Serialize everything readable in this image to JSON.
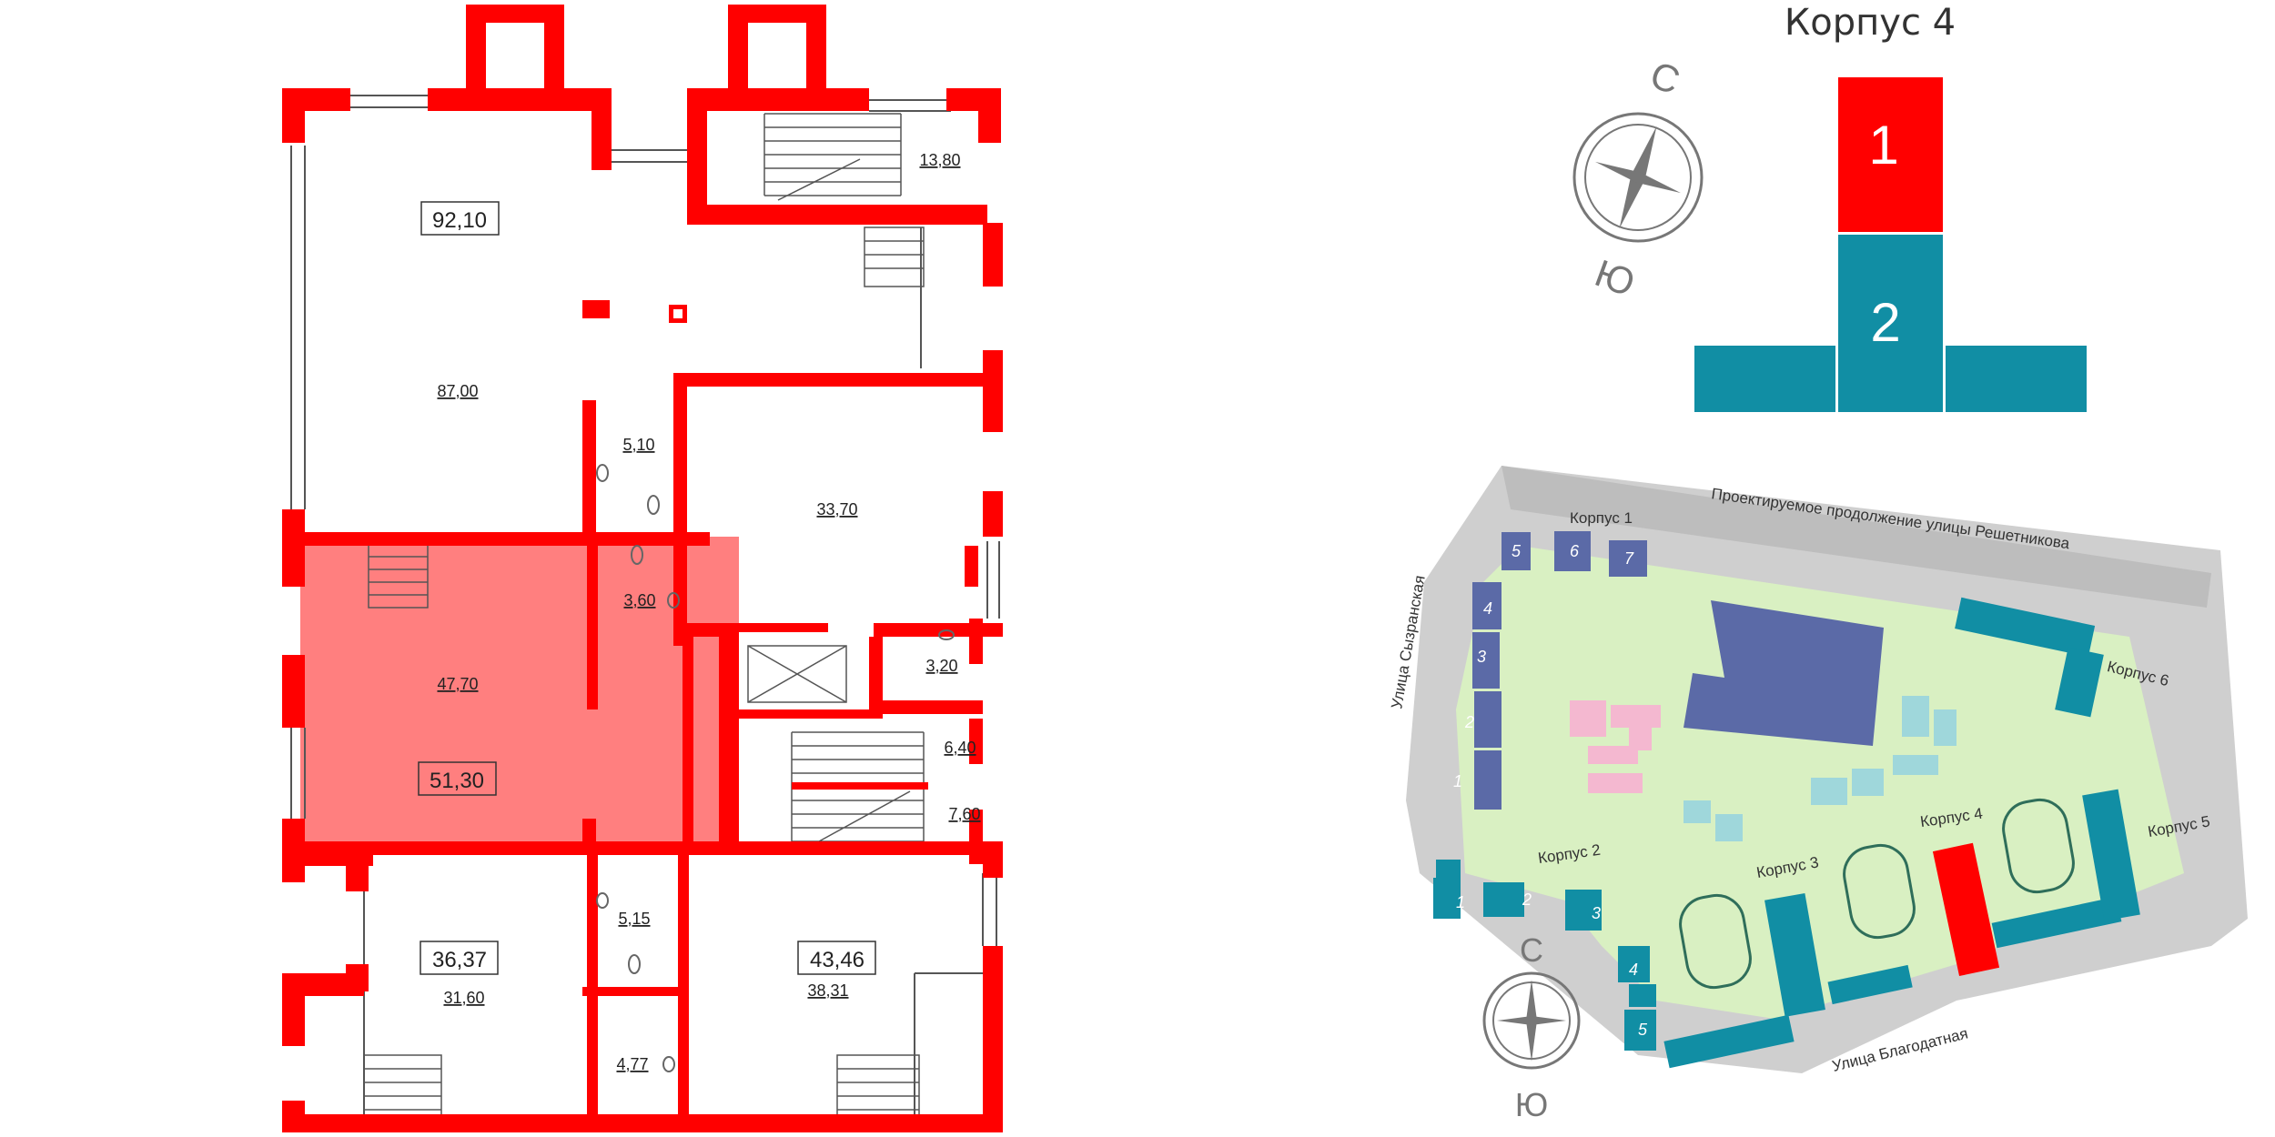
{
  "building": {
    "title": "Корпус 4",
    "sections": [
      {
        "label": "1",
        "color": "#ff0000"
      },
      {
        "label": "2",
        "color": "#118ea4"
      }
    ]
  },
  "compass": {
    "north": "С",
    "south": "Ю"
  },
  "floorplan": {
    "wall_color": "#ff0000",
    "selected_fill": "#ff7f7f",
    "unit_labels": [
      "92,10",
      "51,30",
      "36,37",
      "43,46"
    ],
    "room_areas": [
      "87,00",
      "13,80",
      "5,10",
      "33,70",
      "3,60",
      "47,70",
      "3,20",
      "6,40",
      "7,60",
      "5,15",
      "31,60",
      "38,31",
      "4,77"
    ]
  },
  "siteplan": {
    "streets": [
      "Проектируемое продолжение улицы Решетникова",
      "Улица Сызранская",
      "Улица Благодатная"
    ],
    "blocks": [
      "Корпус 1",
      "Корпус 2",
      "Корпус 3",
      "Корпус 4",
      "Корпус 5",
      "Корпус 6"
    ],
    "section_numbers": [
      "1",
      "2",
      "3",
      "4",
      "5",
      "6",
      "7"
    ],
    "colors": {
      "navy": "#5b6aa7",
      "teal": "#118ea4",
      "highlight": "#ff0000",
      "grass": "#d9f0c2",
      "road": "#cfcfcf"
    }
  }
}
